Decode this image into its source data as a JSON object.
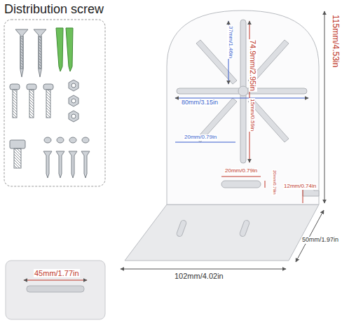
{
  "diagram": {
    "title": "Distribution screw",
    "labels": [
      "115mm/4.53in",
      "37mm/1.46in",
      "74.9mm/2.95in",
      "80mm/3.15in",
      "15mm/0.59in",
      "20mm/0.79in",
      "20mm/0.79in",
      "20mm/0.79in",
      "12mm/0.74in",
      "50mm/1.97in",
      "102mm/4.02in",
      "45mm/1.77in"
    ]
  }
}
